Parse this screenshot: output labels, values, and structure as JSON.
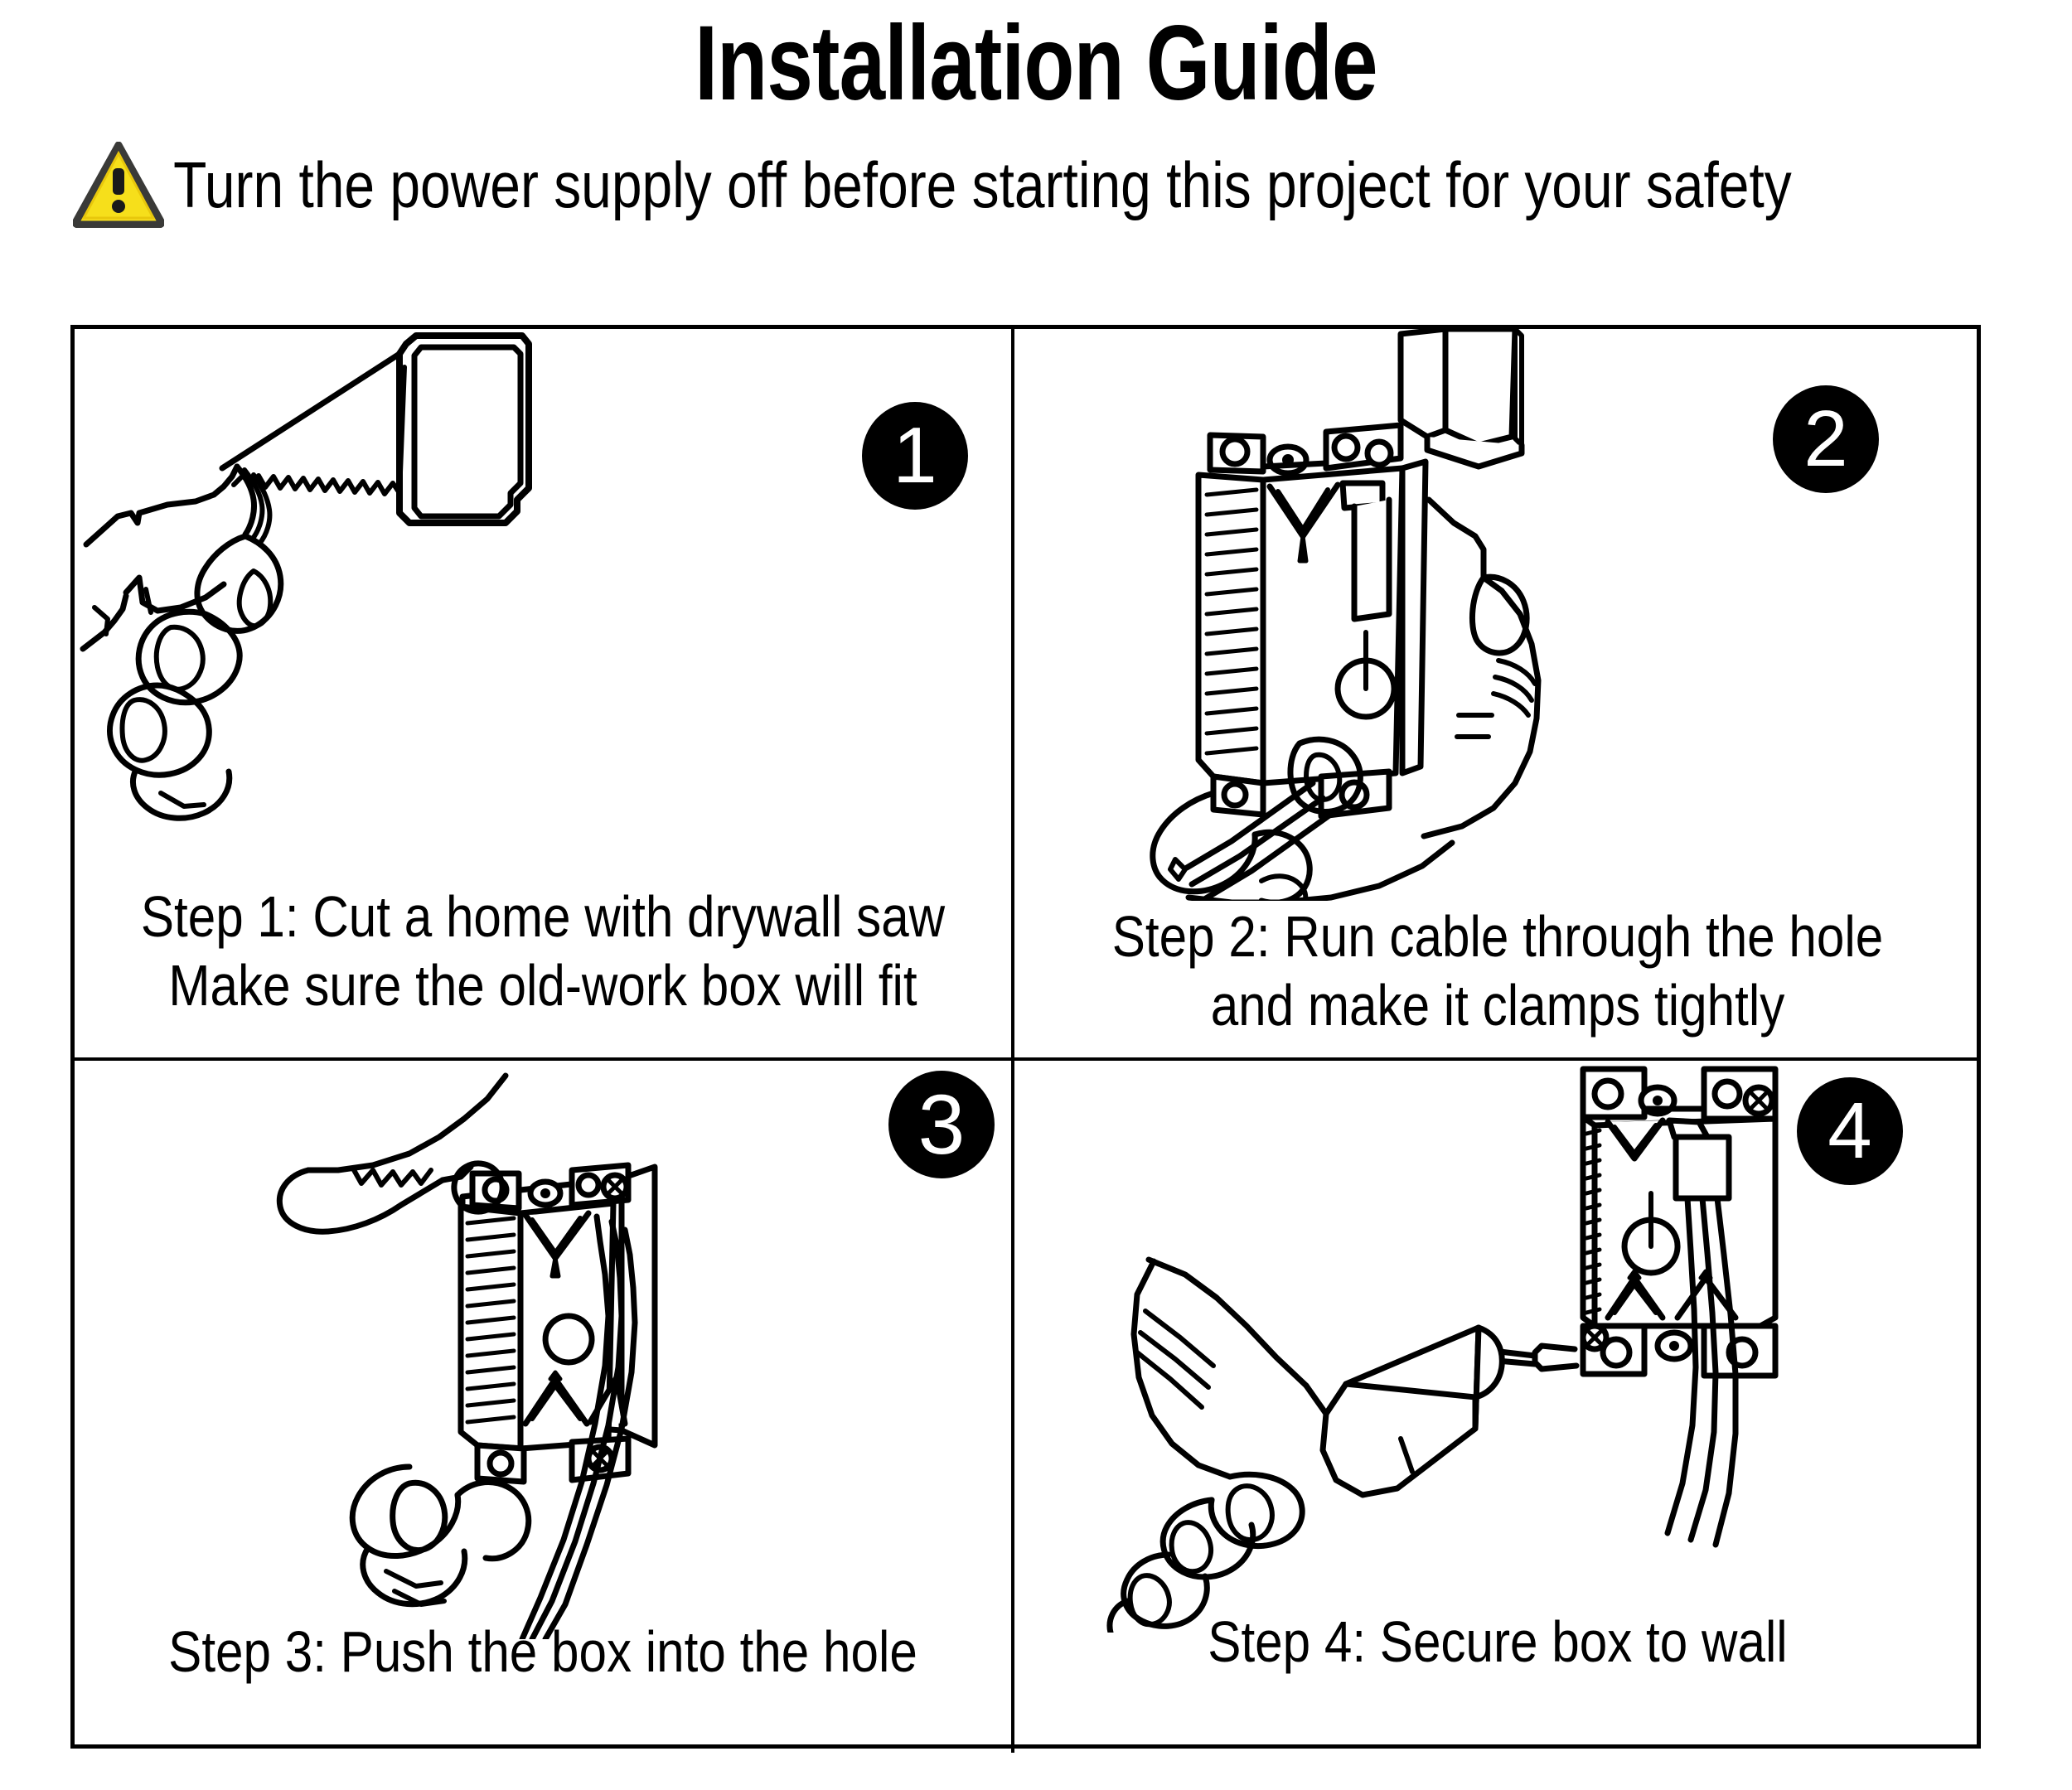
{
  "header": {
    "title": "Installation Guide",
    "warning_icon": "warning-triangle-icon",
    "warning_text": "Turn the power supply off before starting this project for your safety",
    "warning_icon_fill": "#F6DF1B",
    "warning_icon_stroke": "#3A3A38"
  },
  "colors": {
    "ink": "#000000",
    "paper": "#FFFFFF",
    "badge_bg": "#000000",
    "badge_text": "#FFFFFF",
    "warning_yellow": "#F6DF1B",
    "warning_outline": "#3A3A38"
  },
  "steps": [
    {
      "number": "1",
      "badge_name": "step-badge-1",
      "illustration_name": "drywall-saw-cutting-illustration",
      "caption_lines": [
        "Step 1: Cut a home with drywall saw",
        "Make sure the old-work box will fit"
      ]
    },
    {
      "number": "2",
      "badge_name": "step-badge-2",
      "illustration_name": "hand-holding-box-with-cable-illustration",
      "caption_lines": [
        "Step 2: Run cable through the hole",
        "and make it clamps tightly"
      ]
    },
    {
      "number": "3",
      "badge_name": "step-badge-3",
      "illustration_name": "pushing-box-into-hole-illustration",
      "caption_lines": [
        "Step 3: Push the box into the hole"
      ]
    },
    {
      "number": "4",
      "badge_name": "step-badge-4",
      "illustration_name": "screwdriver-securing-box-illustration",
      "caption_lines": [
        "Step 4: Secure box to wall"
      ]
    }
  ]
}
